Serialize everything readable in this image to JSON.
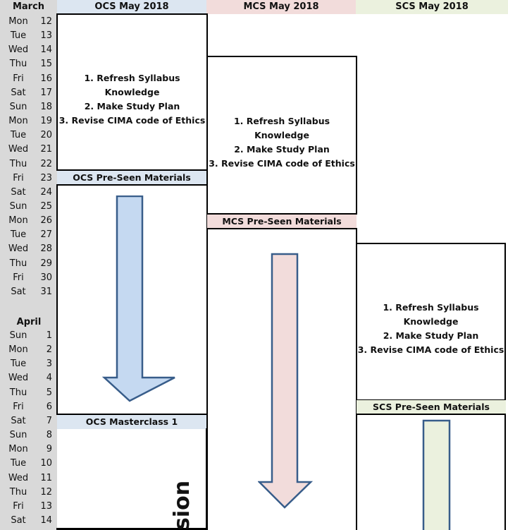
{
  "headers": {
    "month": "March",
    "ocs": "OCS May 2018",
    "mcs": "MCS May 2018",
    "scs": "SCS May 2018"
  },
  "march_days": [
    {
      "day": "Mon",
      "num": "12"
    },
    {
      "day": "Tue",
      "num": "13"
    },
    {
      "day": "Wed",
      "num": "14"
    },
    {
      "day": "Thu",
      "num": "15"
    },
    {
      "day": "Fri",
      "num": "16"
    },
    {
      "day": "Sat",
      "num": "17"
    },
    {
      "day": "Sun",
      "num": "18"
    },
    {
      "day": "Mon",
      "num": "19"
    },
    {
      "day": "Tue",
      "num": "20"
    },
    {
      "day": "Wed",
      "num": "21"
    },
    {
      "day": "Thu",
      "num": "22"
    },
    {
      "day": "Fri",
      "num": "23"
    },
    {
      "day": "Sat",
      "num": "24"
    },
    {
      "day": "Sun",
      "num": "25"
    },
    {
      "day": "Mon",
      "num": "26"
    },
    {
      "day": "Tue",
      "num": "27"
    },
    {
      "day": "Wed",
      "num": "28"
    },
    {
      "day": "Thu",
      "num": "29"
    },
    {
      "day": "Fri",
      "num": "30"
    },
    {
      "day": "Sat",
      "num": "31"
    }
  ],
  "april_label": "April",
  "april_days": [
    {
      "day": "Sun",
      "num": "1"
    },
    {
      "day": "Mon",
      "num": "2"
    },
    {
      "day": "Tue",
      "num": "3"
    },
    {
      "day": "Wed",
      "num": "4"
    },
    {
      "day": "Thu",
      "num": "5"
    },
    {
      "day": "Fri",
      "num": "6"
    },
    {
      "day": "Sat",
      "num": "7"
    },
    {
      "day": "Sun",
      "num": "8"
    },
    {
      "day": "Mon",
      "num": "9"
    },
    {
      "day": "Tue",
      "num": "10"
    },
    {
      "day": "Wed",
      "num": "11"
    },
    {
      "day": "Thu",
      "num": "12"
    },
    {
      "day": "Fri",
      "num": "13"
    },
    {
      "day": "Sat",
      "num": "14"
    }
  ],
  "tasks": [
    "1. Refresh Syllabus Knowledge",
    "2. Make Study Plan",
    "3. Revise CIMA code of Ethics"
  ],
  "bars": {
    "ocs_preseen": "OCS Pre-Seen Materials",
    "mcs_preseen": "MCS Pre-Seen Materials",
    "scs_preseen": "SCS Pre-Seen Materials",
    "ocs_masterclass": "OCS Masterclass 1"
  },
  "rotated_text": "sion",
  "colors": {
    "ocs": "#dce6f1",
    "mcs": "#f2dcdb",
    "scs": "#ebf1de",
    "ocs_arrow": "#c5d9f1",
    "mcs_arrow": "#f2dcdb",
    "scs_arrow": "#ebf1de",
    "arrow_stroke": "#385d8a"
  }
}
